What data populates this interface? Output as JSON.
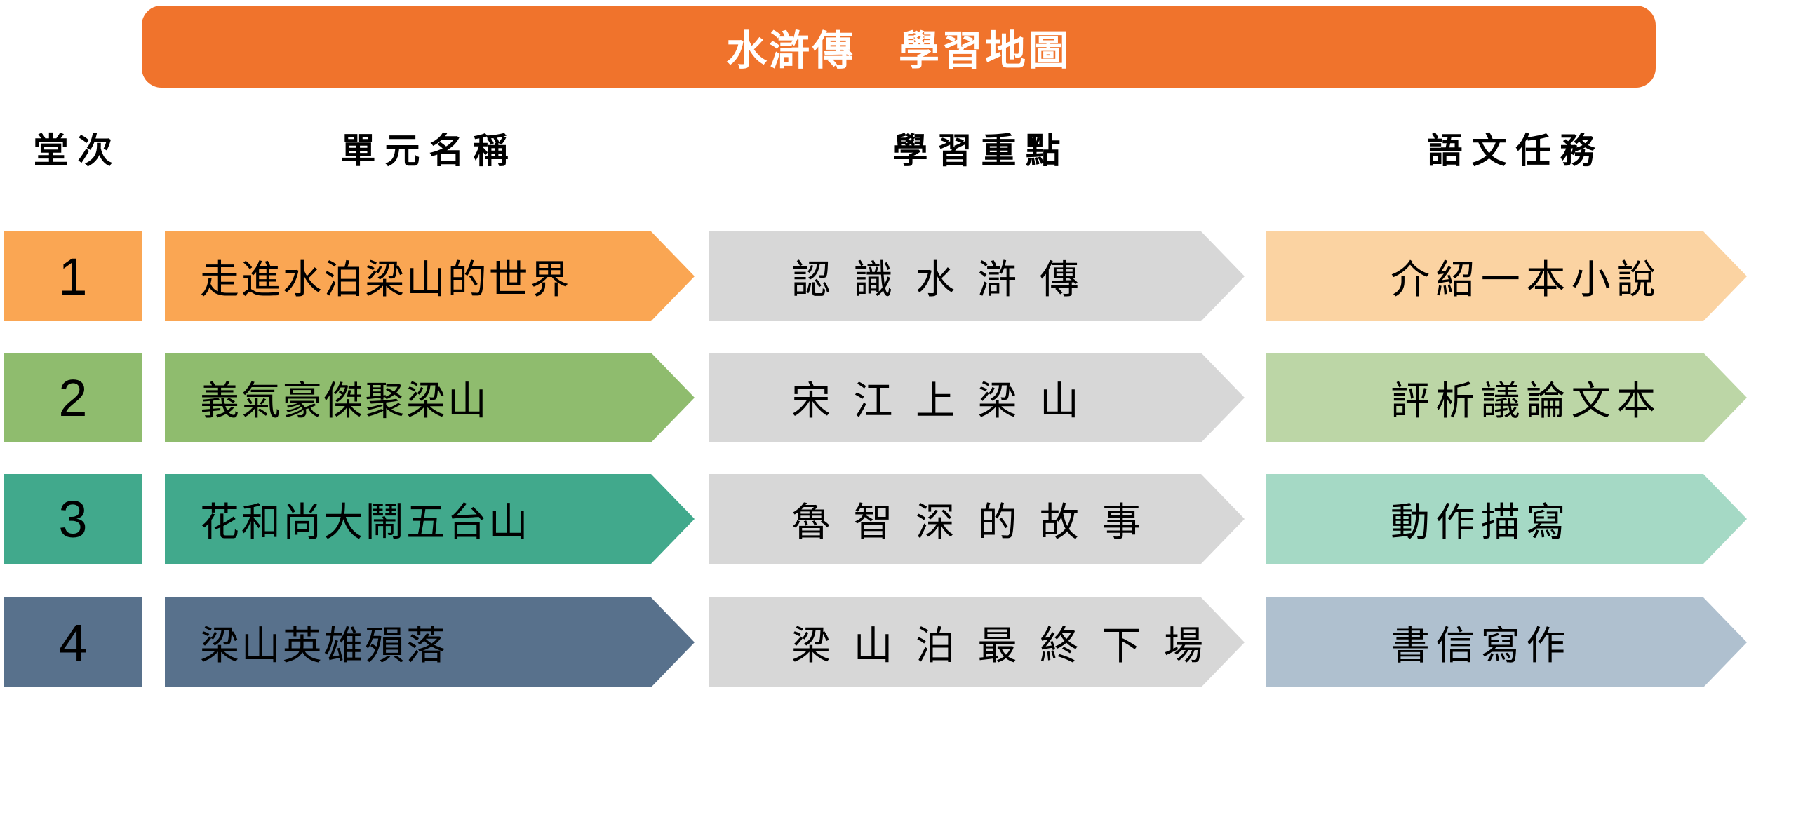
{
  "title": "水滸傳　學習地圖",
  "headers": {
    "session": "堂次",
    "unit": "單元名稱",
    "focus": "學習重點",
    "task": "語文任務"
  },
  "rows": [
    {
      "number": "1",
      "unit": "走進水泊梁山的世界",
      "focus": "認識水滸傳",
      "task": "介紹一本小說",
      "colors": {
        "main": "#FAA653",
        "task": "#FBD3A2"
      }
    },
    {
      "number": "2",
      "unit": "義氣豪傑聚梁山",
      "focus": "宋江上梁山",
      "task": "評析議論文本",
      "colors": {
        "main": "#8FBC6E",
        "task": "#BCD6A6"
      }
    },
    {
      "number": "3",
      "unit": "花和尚大鬧五台山",
      "focus": "魯智深的故事",
      "task": "動作描寫",
      "colors": {
        "main": "#41A98C",
        "task": "#A5D9C5"
      }
    },
    {
      "number": "4",
      "unit": "梁山英雄殞落",
      "focus": "梁山泊最終下場",
      "task": "書信寫作",
      "colors": {
        "main": "#58718C",
        "task": "#AFC0CF"
      }
    }
  ],
  "colors": {
    "banner": "#F0732C",
    "focus_arrow": "#D7D7D7",
    "title_text": "#FFFFFF",
    "body_text": "#000000",
    "background": "#FFFFFF"
  }
}
